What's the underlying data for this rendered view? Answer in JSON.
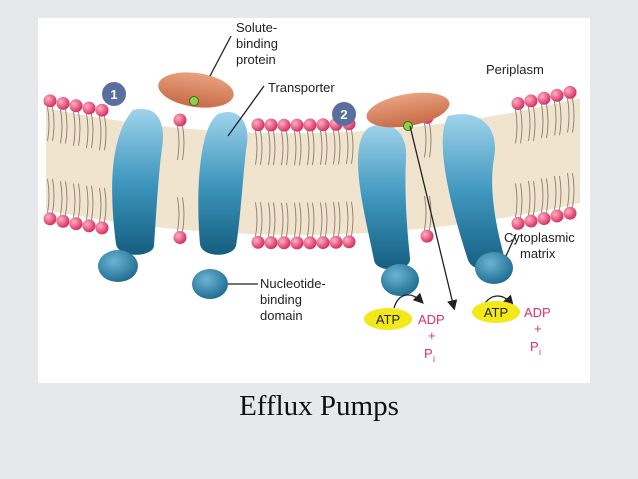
{
  "labels": {
    "solute_binding_protein": [
      "Solute-",
      "binding",
      "protein"
    ],
    "transporter": "Transporter",
    "periplasm": "Periplasm",
    "cytoplasmic_matrix": [
      "Cytoplasmic",
      "matrix"
    ],
    "nucleotide_binding_domain": [
      "Nucleotide-",
      "binding",
      "domain"
    ],
    "step_1": "1",
    "step_2": "2",
    "atp": "ATP",
    "adp": "ADP",
    "plus": "+",
    "pi_p": "P",
    "pi_i": "i"
  },
  "caption": "Efflux Pumps",
  "colors": {
    "membrane_band": "#f1e4cf",
    "lipid_head": "#e0406a",
    "protein_blue": "#2f86ad",
    "protein_dark": "#175f82",
    "solute_protein": "#d9845f",
    "solute_dot": "#8fd24a",
    "atp_fill": "#f2e81a",
    "adp_text": "#e0306a",
    "step_badge": "#5a6fa0"
  }
}
